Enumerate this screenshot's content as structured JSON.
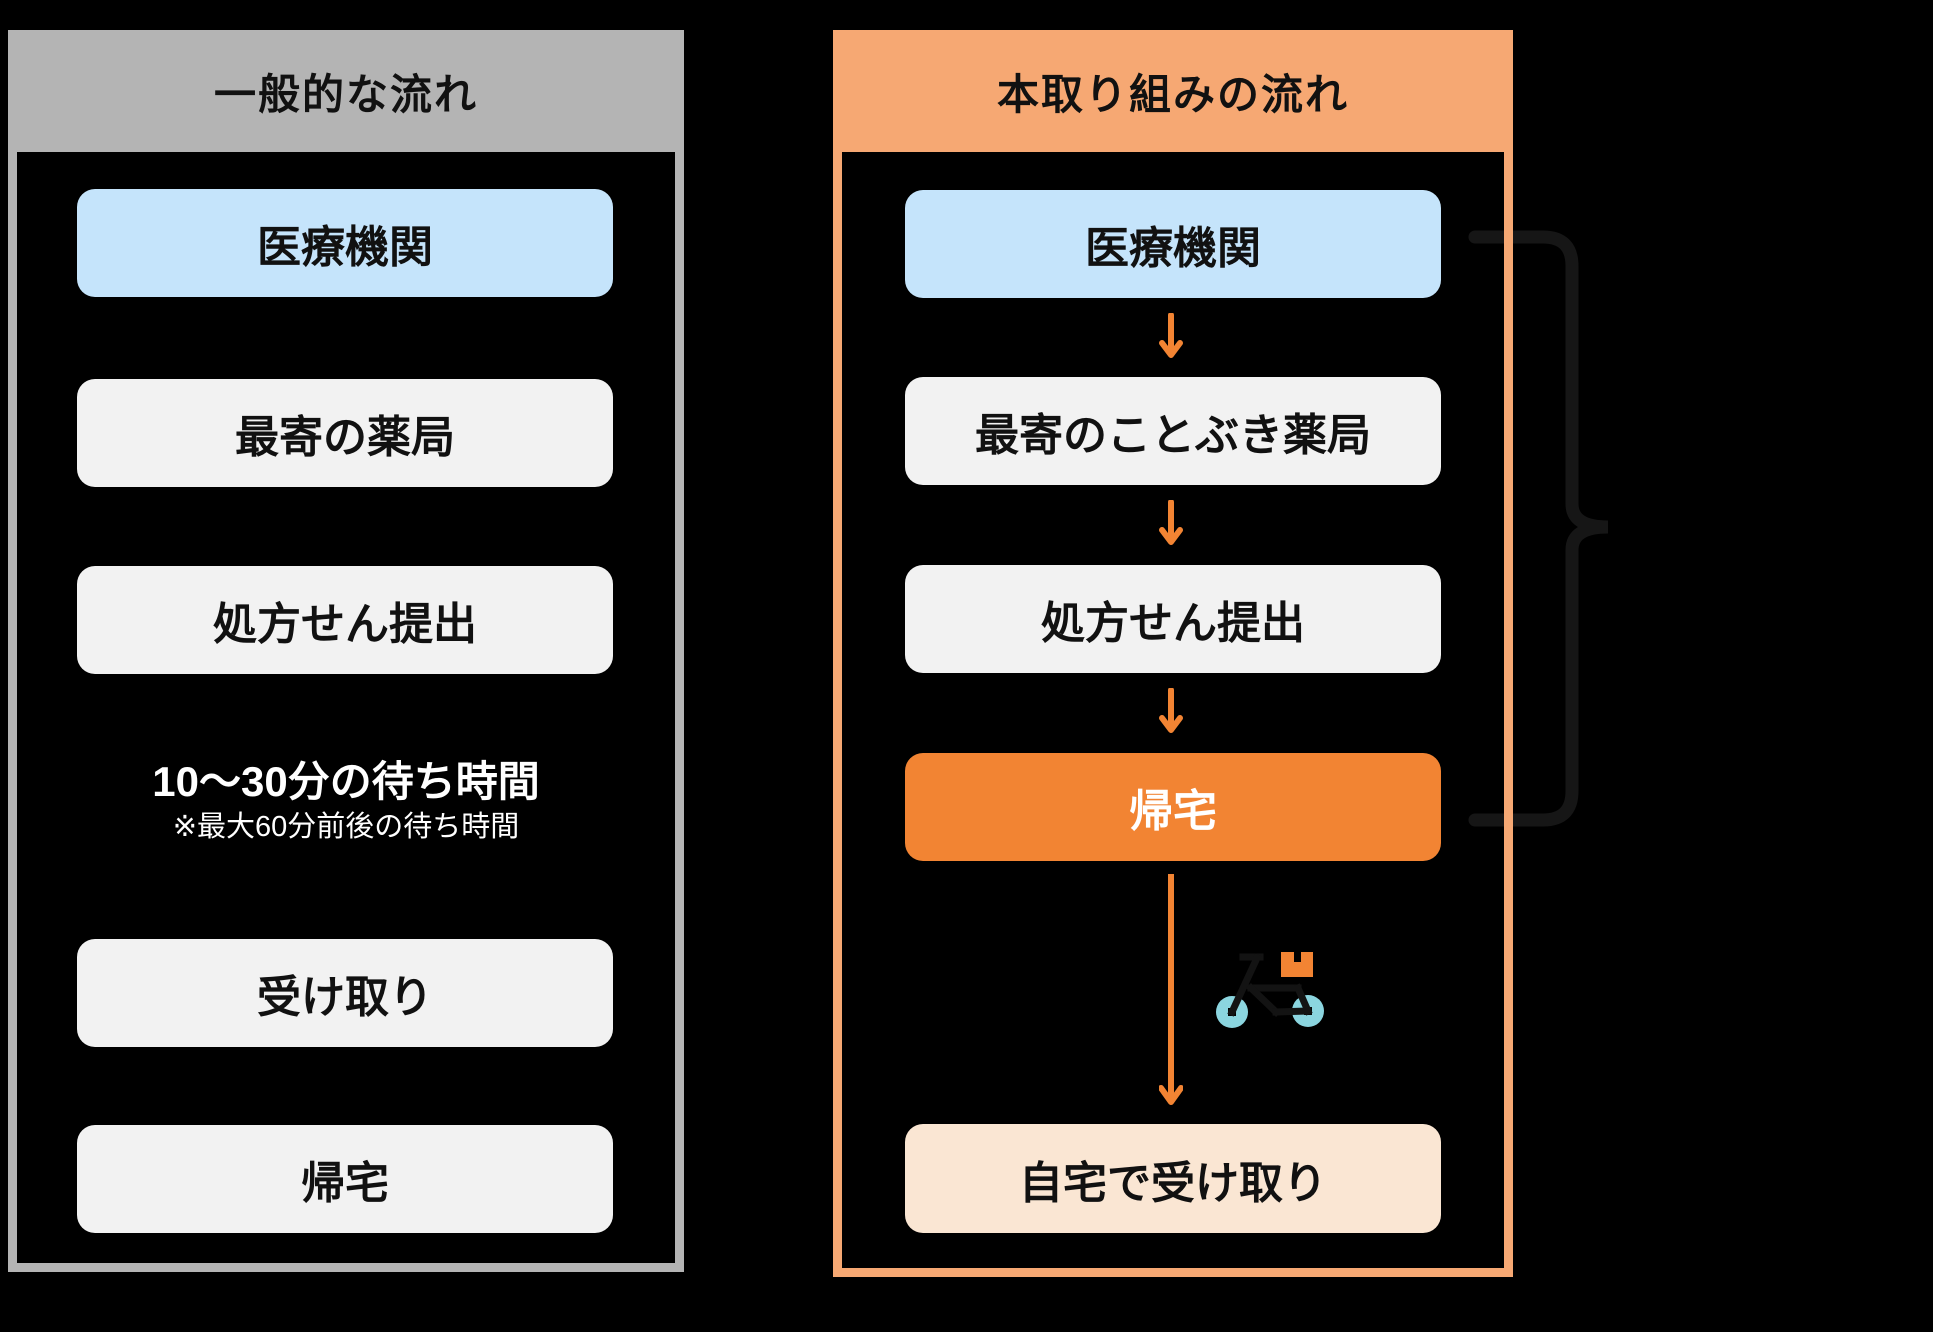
{
  "diagram": {
    "background_color": "#000000",
    "left_panel": {
      "title": "一般的な流れ",
      "header_color": "#B4B4B4",
      "box_text_color": "#111111",
      "steps": [
        {
          "label": "医療機関",
          "bg": "#C5E4FB"
        },
        {
          "label": "最寄の薬局",
          "bg": "#F2F2F2"
        },
        {
          "label": "処方せん提出",
          "bg": "#F2F2F2"
        },
        {
          "label": "受け取り",
          "bg": "#F2F2F2"
        },
        {
          "label": "帰宅",
          "bg": "#F2F2F2"
        }
      ],
      "wait_note": {
        "main": "10〜30分の待ち時間",
        "sub": "※最大60分前後の待ち時間",
        "text_color": "#FFFFFF"
      }
    },
    "right_panel": {
      "title": "本取り組みの流れ",
      "header_color": "#F6A873",
      "accent_color": "#F28433",
      "pale_color": "#FAE6D3",
      "steps": [
        {
          "label": "医療機関",
          "bg": "#C5E4FB",
          "text_color": "#111111"
        },
        {
          "label": "最寄のことぶき薬局",
          "bg": "#F2F2F2",
          "text_color": "#111111"
        },
        {
          "label": "処方せん提出",
          "bg": "#F2F2F2",
          "text_color": "#111111"
        },
        {
          "label": "帰宅",
          "bg": "#F28433",
          "text_color": "#FFFFFF"
        },
        {
          "label": "自宅で受け取り",
          "bg": "#FAE6D3",
          "text_color": "#111111"
        }
      ]
    },
    "icons": {
      "flow_arrow": "arrow-down-icon",
      "flow_arrow_color": "#F28433",
      "bicycle": "delivery-bicycle-icon",
      "bicycle_wheel_color": "#8BD5DF",
      "bicycle_frame_color": "#131313",
      "bicycle_package_color": "#F28433",
      "brace": "grouping-brace",
      "brace_color": "#161616"
    }
  }
}
